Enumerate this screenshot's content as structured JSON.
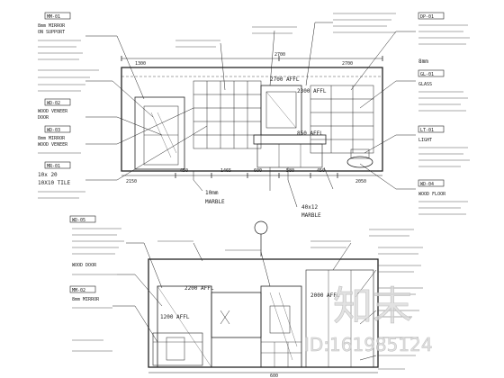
{
  "dims": {
    "top_left": "2150",
    "top_b1": "450",
    "top_b2": "1465",
    "top_b3": "600",
    "top_b4": "580",
    "top_b5": "450",
    "top_b6": "2050",
    "top_t1": "1300",
    "top_t2": "2700",
    "bot_total": "600"
  },
  "elev_upper": {
    "affl_2700": "2700 AFFL",
    "affl_2300": "2300 AFFL",
    "affl_850": "850 AFFL"
  },
  "elev_lower": {
    "affl_2200": "2200 AFFL",
    "affl_1200": "1200 AFFL",
    "affl_2000": "2000 AFFL"
  },
  "callouts_left": [
    {
      "tag": "MM-01",
      "lines": [
        "8mm MIRROR",
        "ON SUPPORT"
      ]
    },
    {
      "tag": "WD-02",
      "lines": [
        "WOOD VENEER",
        "DOOR"
      ]
    },
    {
      "tag": "WD-03",
      "lines": [
        "8mm MIRROR",
        "WOOD VENEER"
      ]
    },
    {
      "tag": "MR-01",
      "lines": [
        "10x 20",
        "10X10 TILE"
      ]
    }
  ],
  "callouts_right": [
    {
      "tag": "DP-01",
      "lines": [
        "8mm"
      ]
    },
    {
      "tag": "GL-01",
      "lines": [
        "GLASS"
      ]
    },
    {
      "tag": "LT-01",
      "lines": [
        "LIGHT"
      ]
    },
    {
      "tag": "WD-04",
      "lines": [
        "WOOD FLOOR"
      ]
    }
  ],
  "bottom_left_callouts": [
    {
      "tag": "WD-05",
      "lines": [
        "WOOD DOOR"
      ]
    },
    {
      "tag": "MM-02",
      "lines": [
        "8mm MIRROR"
      ]
    }
  ],
  "mid_labels": [
    {
      "lines": [
        "10mm",
        "MARBLE"
      ]
    },
    {
      "lines": [
        "40x12",
        "MARBLE"
      ]
    }
  ],
  "watermark": {
    "logo": "知末",
    "id": "ID:161985124"
  }
}
